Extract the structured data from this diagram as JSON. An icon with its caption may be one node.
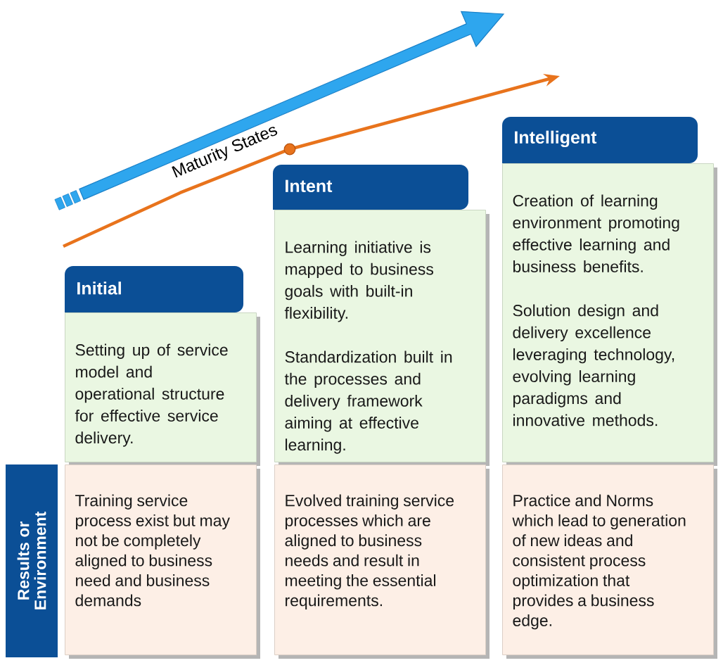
{
  "diagram": {
    "nodes": [
      {
        "text": [
          "Initial"
        ]
      },
      {
        "text": [
          "Setting up of service model and operational structure for effective service delivery."
        ]
      },
      {
        "text": [
          "Intent"
        ]
      },
      {
        "text": [
          "Learning initiative is mapped to business goals with built-in flexibility.",
          "Standardization built in the processes and delivery framework aiming at effective learning."
        ]
      },
      {
        "text": [
          "Intelligent"
        ]
      },
      {
        "text": [
          "Creation of learning environment promoting effective learning and business benefits.",
          "Solution design and delivery excellence leveraging technology, evolving learning paradigms and innovative methods."
        ]
      },
      {
        "text": [
          "Results or Environment"
        ]
      },
      {
        "text": [
          "Training service process exist but may not be completely aligned to business need and business demands"
        ]
      },
      {
        "text": [
          "Evolved training service processes which are aligned to business needs and result in meeting the essential requirements."
        ]
      },
      {
        "text": [
          "Practice and Norms which lead to generation of new ideas and consistent process optimization that provides a business edge."
        ]
      }
    ],
    "labels": [
      "Maturity States"
    ]
  }
}
